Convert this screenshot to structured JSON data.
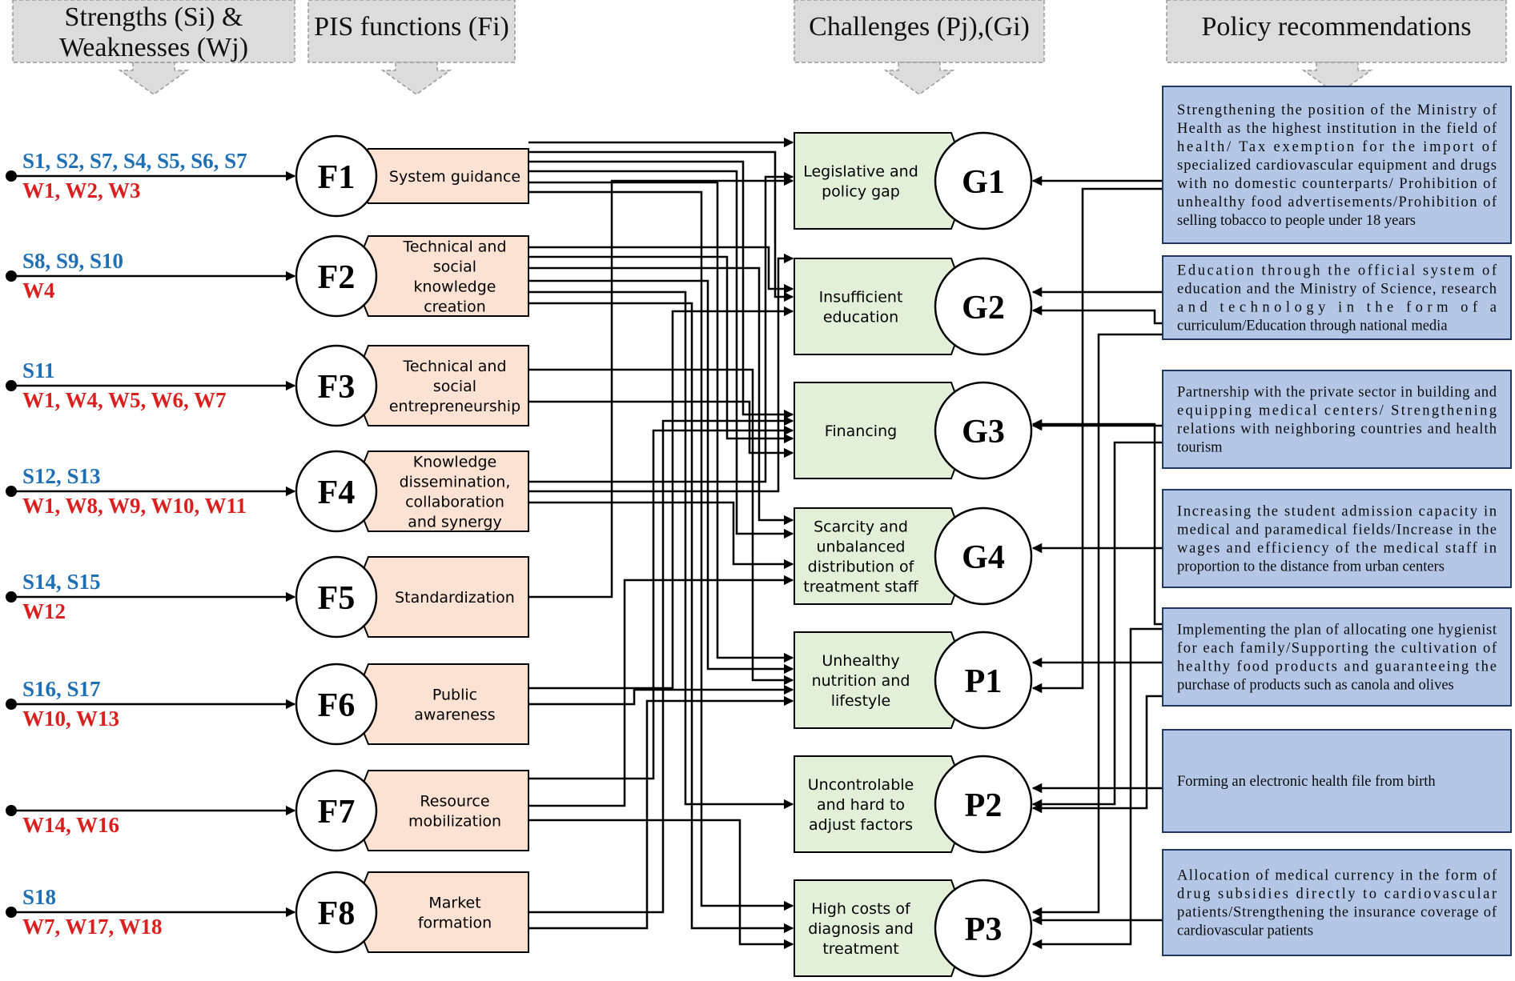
{
  "headers": {
    "sw": [
      "Strengths (Si) &",
      "Weaknesses (Wj)"
    ],
    "pis": "PIS functions (Fi)",
    "challenges": "Challenges (Pj),(Gi)",
    "policy": "Policy recommendations"
  },
  "sw_rows": [
    {
      "s": "S1, S2, S7, S4, S5, S6, S7",
      "w": "W1, W2, W3"
    },
    {
      "s": "S8, S9, S10",
      "w": "W4"
    },
    {
      "s": "S11",
      "w": "W1, W4, W5, W6, W7"
    },
    {
      "s": "S12, S13",
      "w": "W1, W8, W9, W10, W11"
    },
    {
      "s": "S14, S15",
      "w": "W12"
    },
    {
      "s": "S16, S17",
      "w": "W10, W13"
    },
    {
      "s": "",
      "w": "W14, W16"
    },
    {
      "s": "S18",
      "w": "W7, W17, W18"
    }
  ],
  "functions": [
    {
      "id": "F1",
      "label": [
        "System guidance"
      ]
    },
    {
      "id": "F2",
      "label": [
        "Technical and",
        "social",
        "knowledge",
        "creation"
      ]
    },
    {
      "id": "F3",
      "label": [
        "Technical and",
        "social",
        "entrepreneurship"
      ]
    },
    {
      "id": "F4",
      "label": [
        "Knowledge",
        "dissemination,",
        "collaboration",
        "and synergy"
      ]
    },
    {
      "id": "F5",
      "label": [
        "Standardization"
      ]
    },
    {
      "id": "F6",
      "label": [
        "Public",
        "awareness"
      ]
    },
    {
      "id": "F7",
      "label": [
        "Resource",
        "mobilization"
      ]
    },
    {
      "id": "F8",
      "label": [
        "Market",
        "formation"
      ]
    }
  ],
  "challenges": [
    {
      "id": "G1",
      "label": [
        "Legislative and",
        "policy gap"
      ]
    },
    {
      "id": "G2",
      "label": [
        "Insufficient",
        "education"
      ]
    },
    {
      "id": "G3",
      "label": [
        "Financing"
      ]
    },
    {
      "id": "G4",
      "label": [
        "Scarcity and",
        "unbalanced",
        "distribution of",
        "treatment staff"
      ]
    },
    {
      "id": "P1",
      "label": [
        "Unhealthy",
        "nutrition and",
        "lifestyle"
      ]
    },
    {
      "id": "P2",
      "label": [
        "Uncontrolable",
        "and hard to",
        "adjust factors"
      ]
    },
    {
      "id": "P3",
      "label": [
        "High costs of",
        "diagnosis and",
        "treatment"
      ]
    }
  ],
  "policies": [
    {
      "lines": [
        "Strengthening the position of the Ministry of",
        "Health as the highest institution in the field of",
        "health/ Tax exemption for the import of",
        "specialized cardiovascular equipment and drugs",
        "with no domestic counterparts/ Prohibition of",
        "unhealthy food advertisements/Prohibition of",
        "selling tobacco to people under 18 years"
      ]
    },
    {
      "lines": [
        "Education through the official system of",
        "education and the Ministry of Science, research",
        "and technology in the form of a",
        "curriculum/Education through national media"
      ]
    },
    {
      "lines": [
        "Partnership with the private sector in building and",
        "equipping medical centers/ Strengthening",
        "relations with neighboring countries and health",
        "tourism"
      ]
    },
    {
      "lines": [
        "Increasing the student admission capacity in",
        "medical and paramedical fields/Increase in the",
        "wages and efficiency of the medical staff in",
        "proportion to the distance from urban centers"
      ]
    },
    {
      "lines": [
        "Implementing the plan of allocating one hygienist",
        "for each family/Supporting the cultivation of",
        "healthy food products and guaranteeing the",
        "purchase of products such as canola and olives"
      ]
    },
    {
      "lines": [
        "Forming an electronic health file from birth"
      ]
    },
    {
      "lines": [
        "Allocation of medical currency in the form of",
        "drug subsidies directly to cardiovascular",
        "patients/Strengthening the insurance coverage of",
        "cardiovascular patients"
      ]
    }
  ],
  "colors": {
    "strength": "#1f6fb5",
    "weakness": "#d9201f",
    "function_fill": "#fbe2d2",
    "challenge_fill": "#e2f0d9",
    "policy_fill": "#b4c7e7"
  }
}
